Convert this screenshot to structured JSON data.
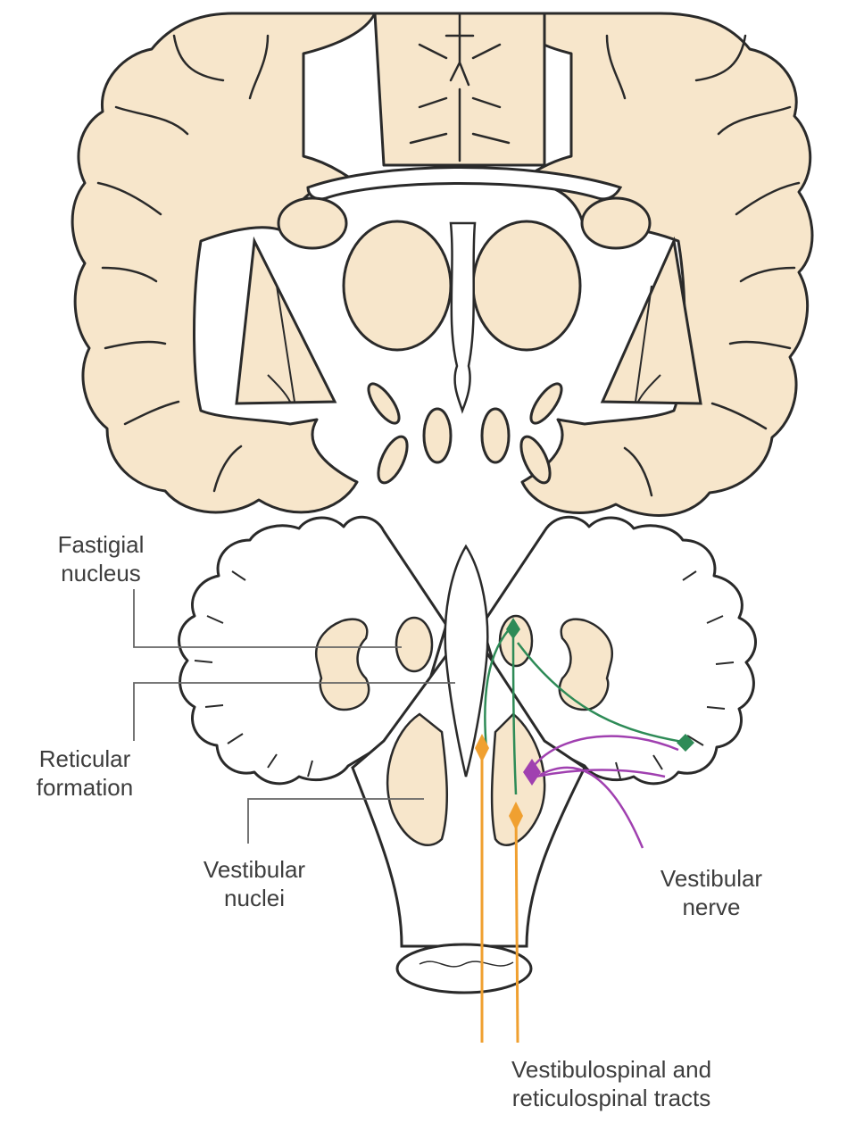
{
  "diagram": {
    "labels": {
      "fastigial": [
        "Fastigial",
        "nucleus"
      ],
      "reticular": [
        "Reticular",
        "formation"
      ],
      "vestibular_nuclei": [
        "Vestibular",
        "nuclei"
      ],
      "vestibular_nerve": [
        "Vestibular",
        "nerve"
      ],
      "tracts": [
        "Vestibulospinal and",
        "reticulospinal tracts"
      ]
    },
    "colors": {
      "tissue": "#f7e6cb",
      "outline": "#2a2a2a",
      "fastigial_pathway": "#2e8b57",
      "vestibular_nerve_pathway": "#a040b0",
      "spinal_tracts": "#f0a030",
      "leader_lines": "#666666"
    }
  }
}
